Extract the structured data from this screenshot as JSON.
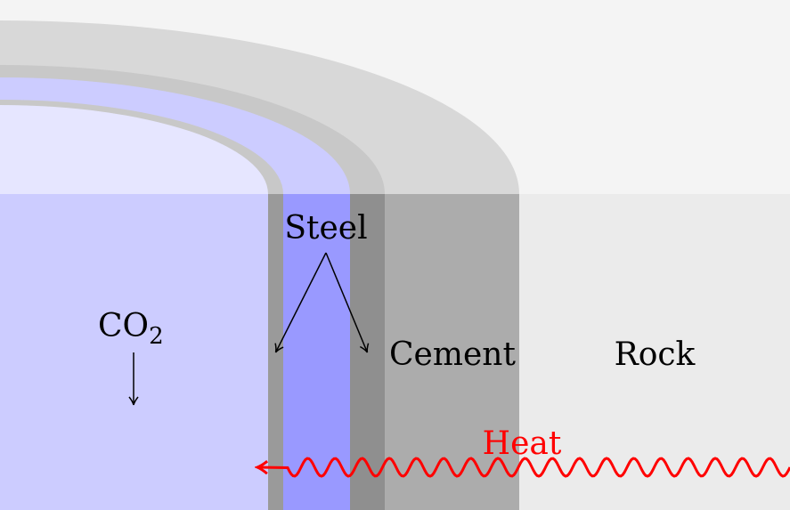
{
  "labels": {
    "steel": "Steel",
    "co2_main": "CO",
    "co2_sub": "2",
    "cement": "Cement",
    "rock": "Rock",
    "heat": "Heat"
  },
  "colors": {
    "background_top": "#f4f4f4",
    "co2": "#ccccff",
    "co2_top": "#e6e6ff",
    "steel_wall": "#9a9a9a",
    "steel_inner": "#9999ff",
    "steel_outer": "#8f8f8f",
    "cement": "#acacac",
    "rock": "#ebebeb",
    "heat": "#ff0000"
  }
}
